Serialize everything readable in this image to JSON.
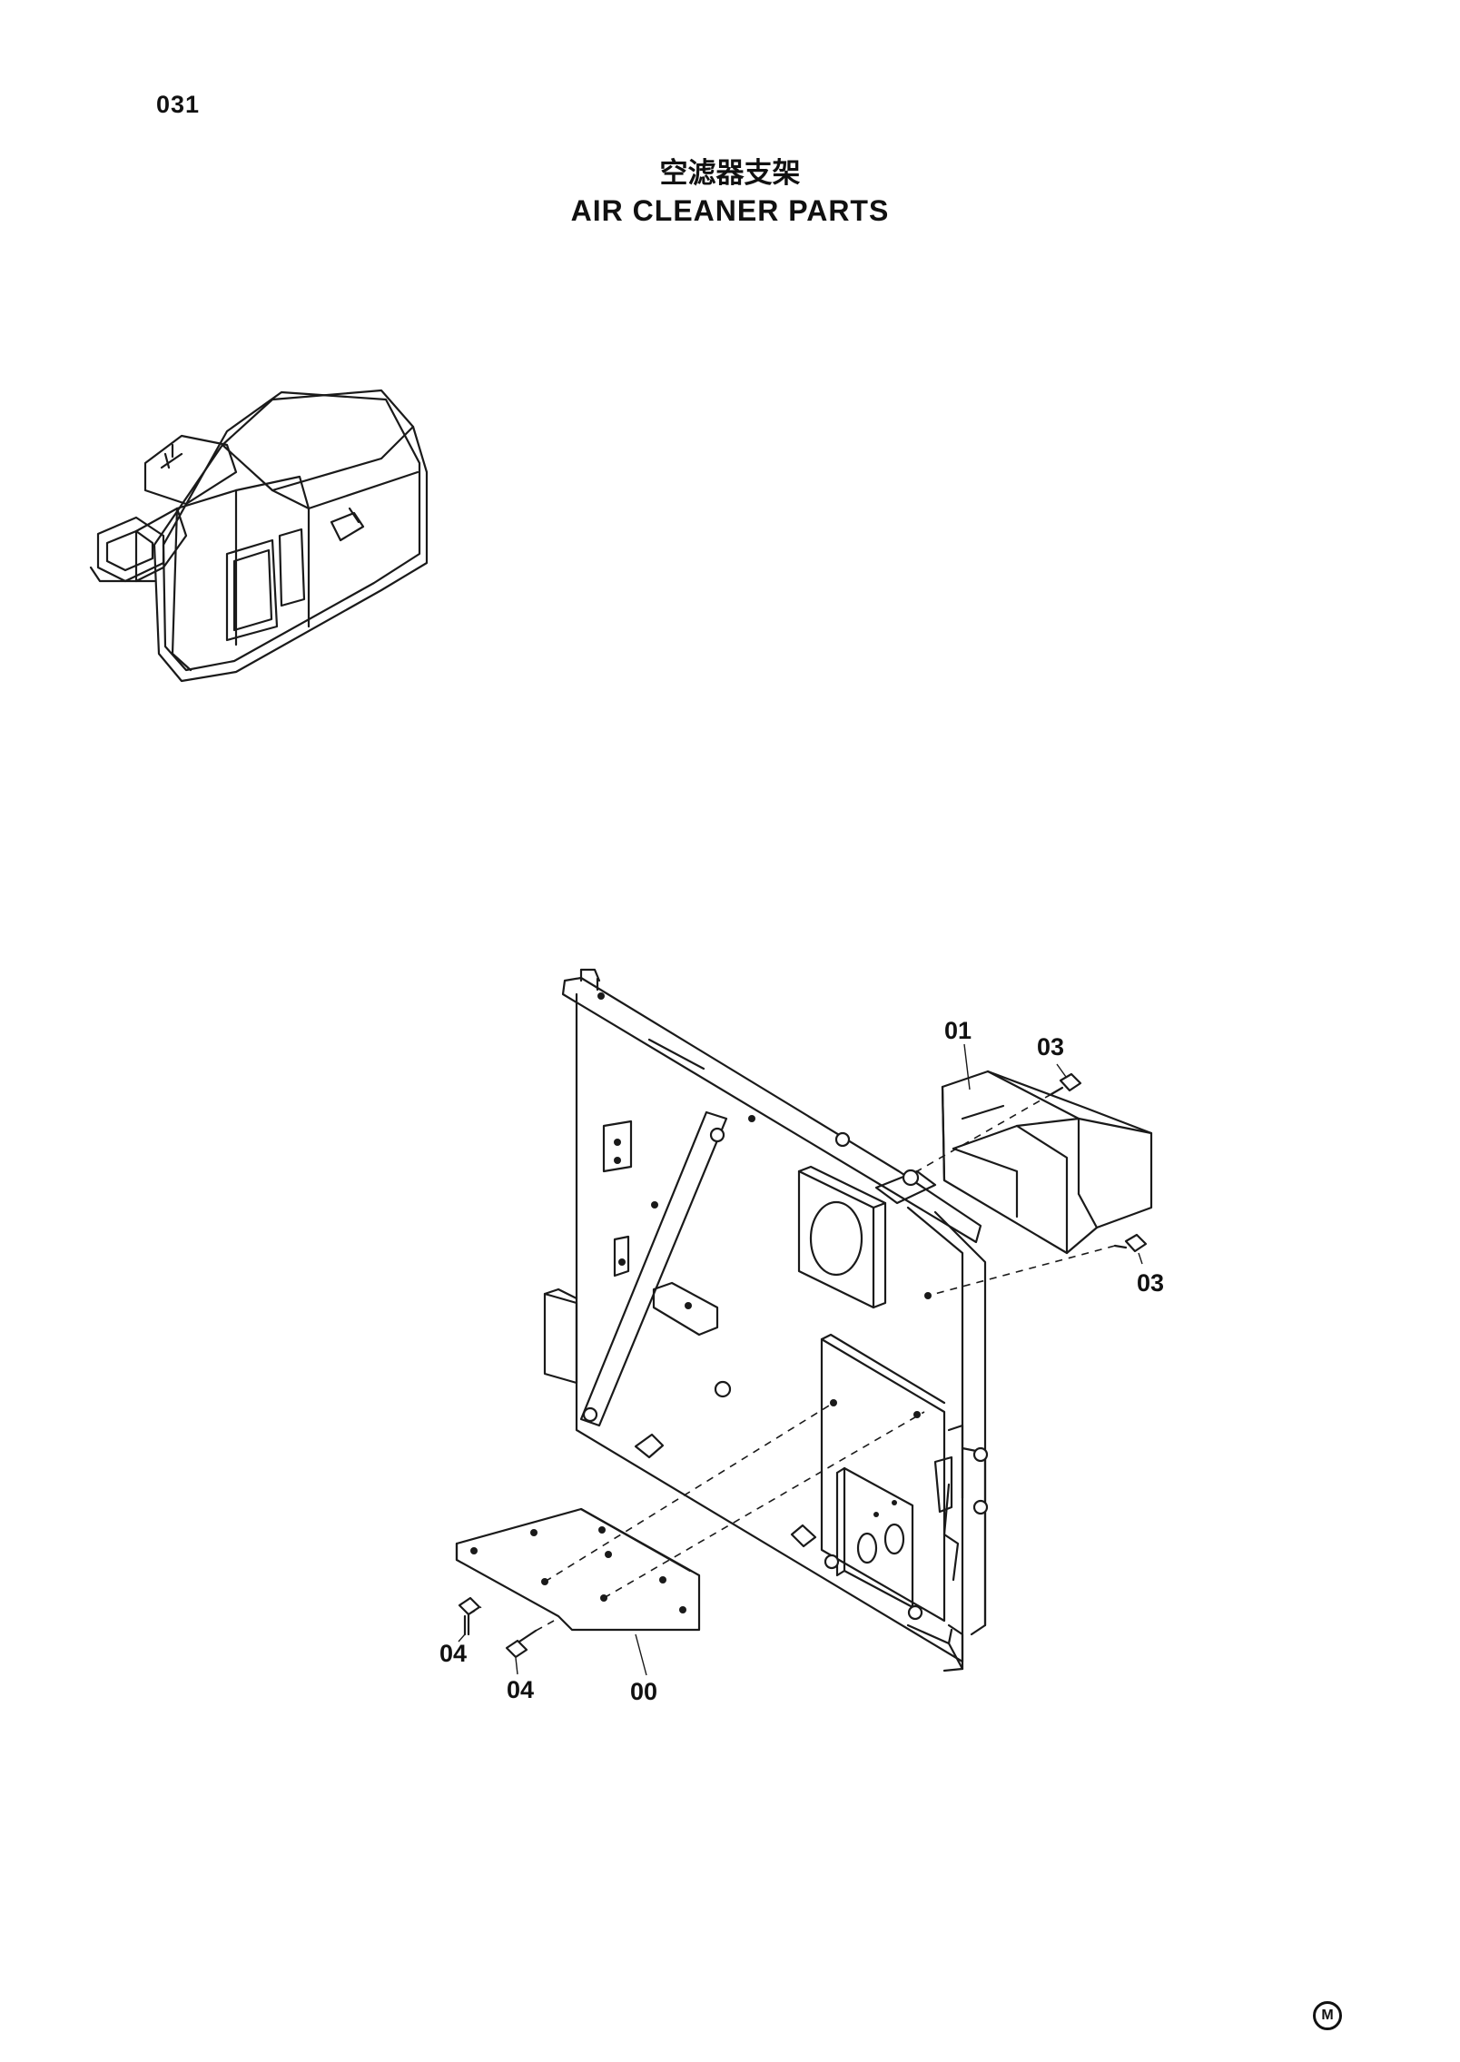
{
  "page": {
    "number": "031"
  },
  "title": {
    "chinese": "空滤器支架",
    "english": "AIR CLEANER PARTS"
  },
  "callouts": [
    "01",
    "03",
    "03",
    "04",
    "04",
    "00"
  ],
  "mark": "M"
}
